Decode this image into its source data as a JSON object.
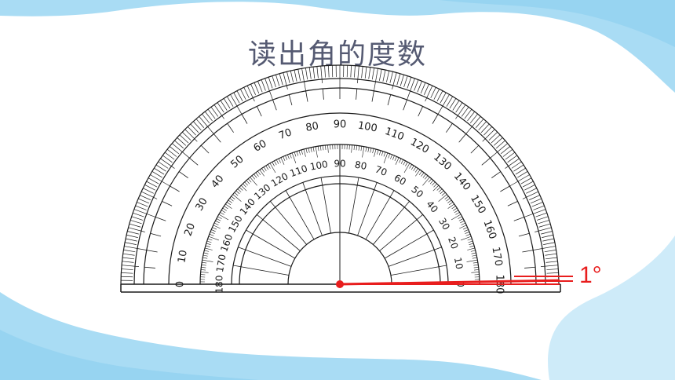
{
  "title": "读出角的度数",
  "answer_label": "1°",
  "colors": {
    "background_blue": "#9fd6f2",
    "background_blue_light": "#c9e9f8",
    "ink": "#1a1a1a",
    "accent_red": "#e81d1d",
    "title_color": "#555a72"
  },
  "protractor": {
    "outer_scale_labels": [
      "0",
      "10",
      "20",
      "30",
      "40",
      "50",
      "60",
      "70",
      "80",
      "90",
      "100",
      "110",
      "120",
      "130",
      "140",
      "150",
      "160",
      "170",
      "180"
    ],
    "inner_scale_labels": [
      "180",
      "170",
      "160",
      "150",
      "140",
      "130",
      "120",
      "110",
      "100",
      "90",
      "80",
      "70",
      "60",
      "50",
      "40",
      "30",
      "20",
      "10",
      "0"
    ],
    "measured_angle_degrees": 1
  }
}
